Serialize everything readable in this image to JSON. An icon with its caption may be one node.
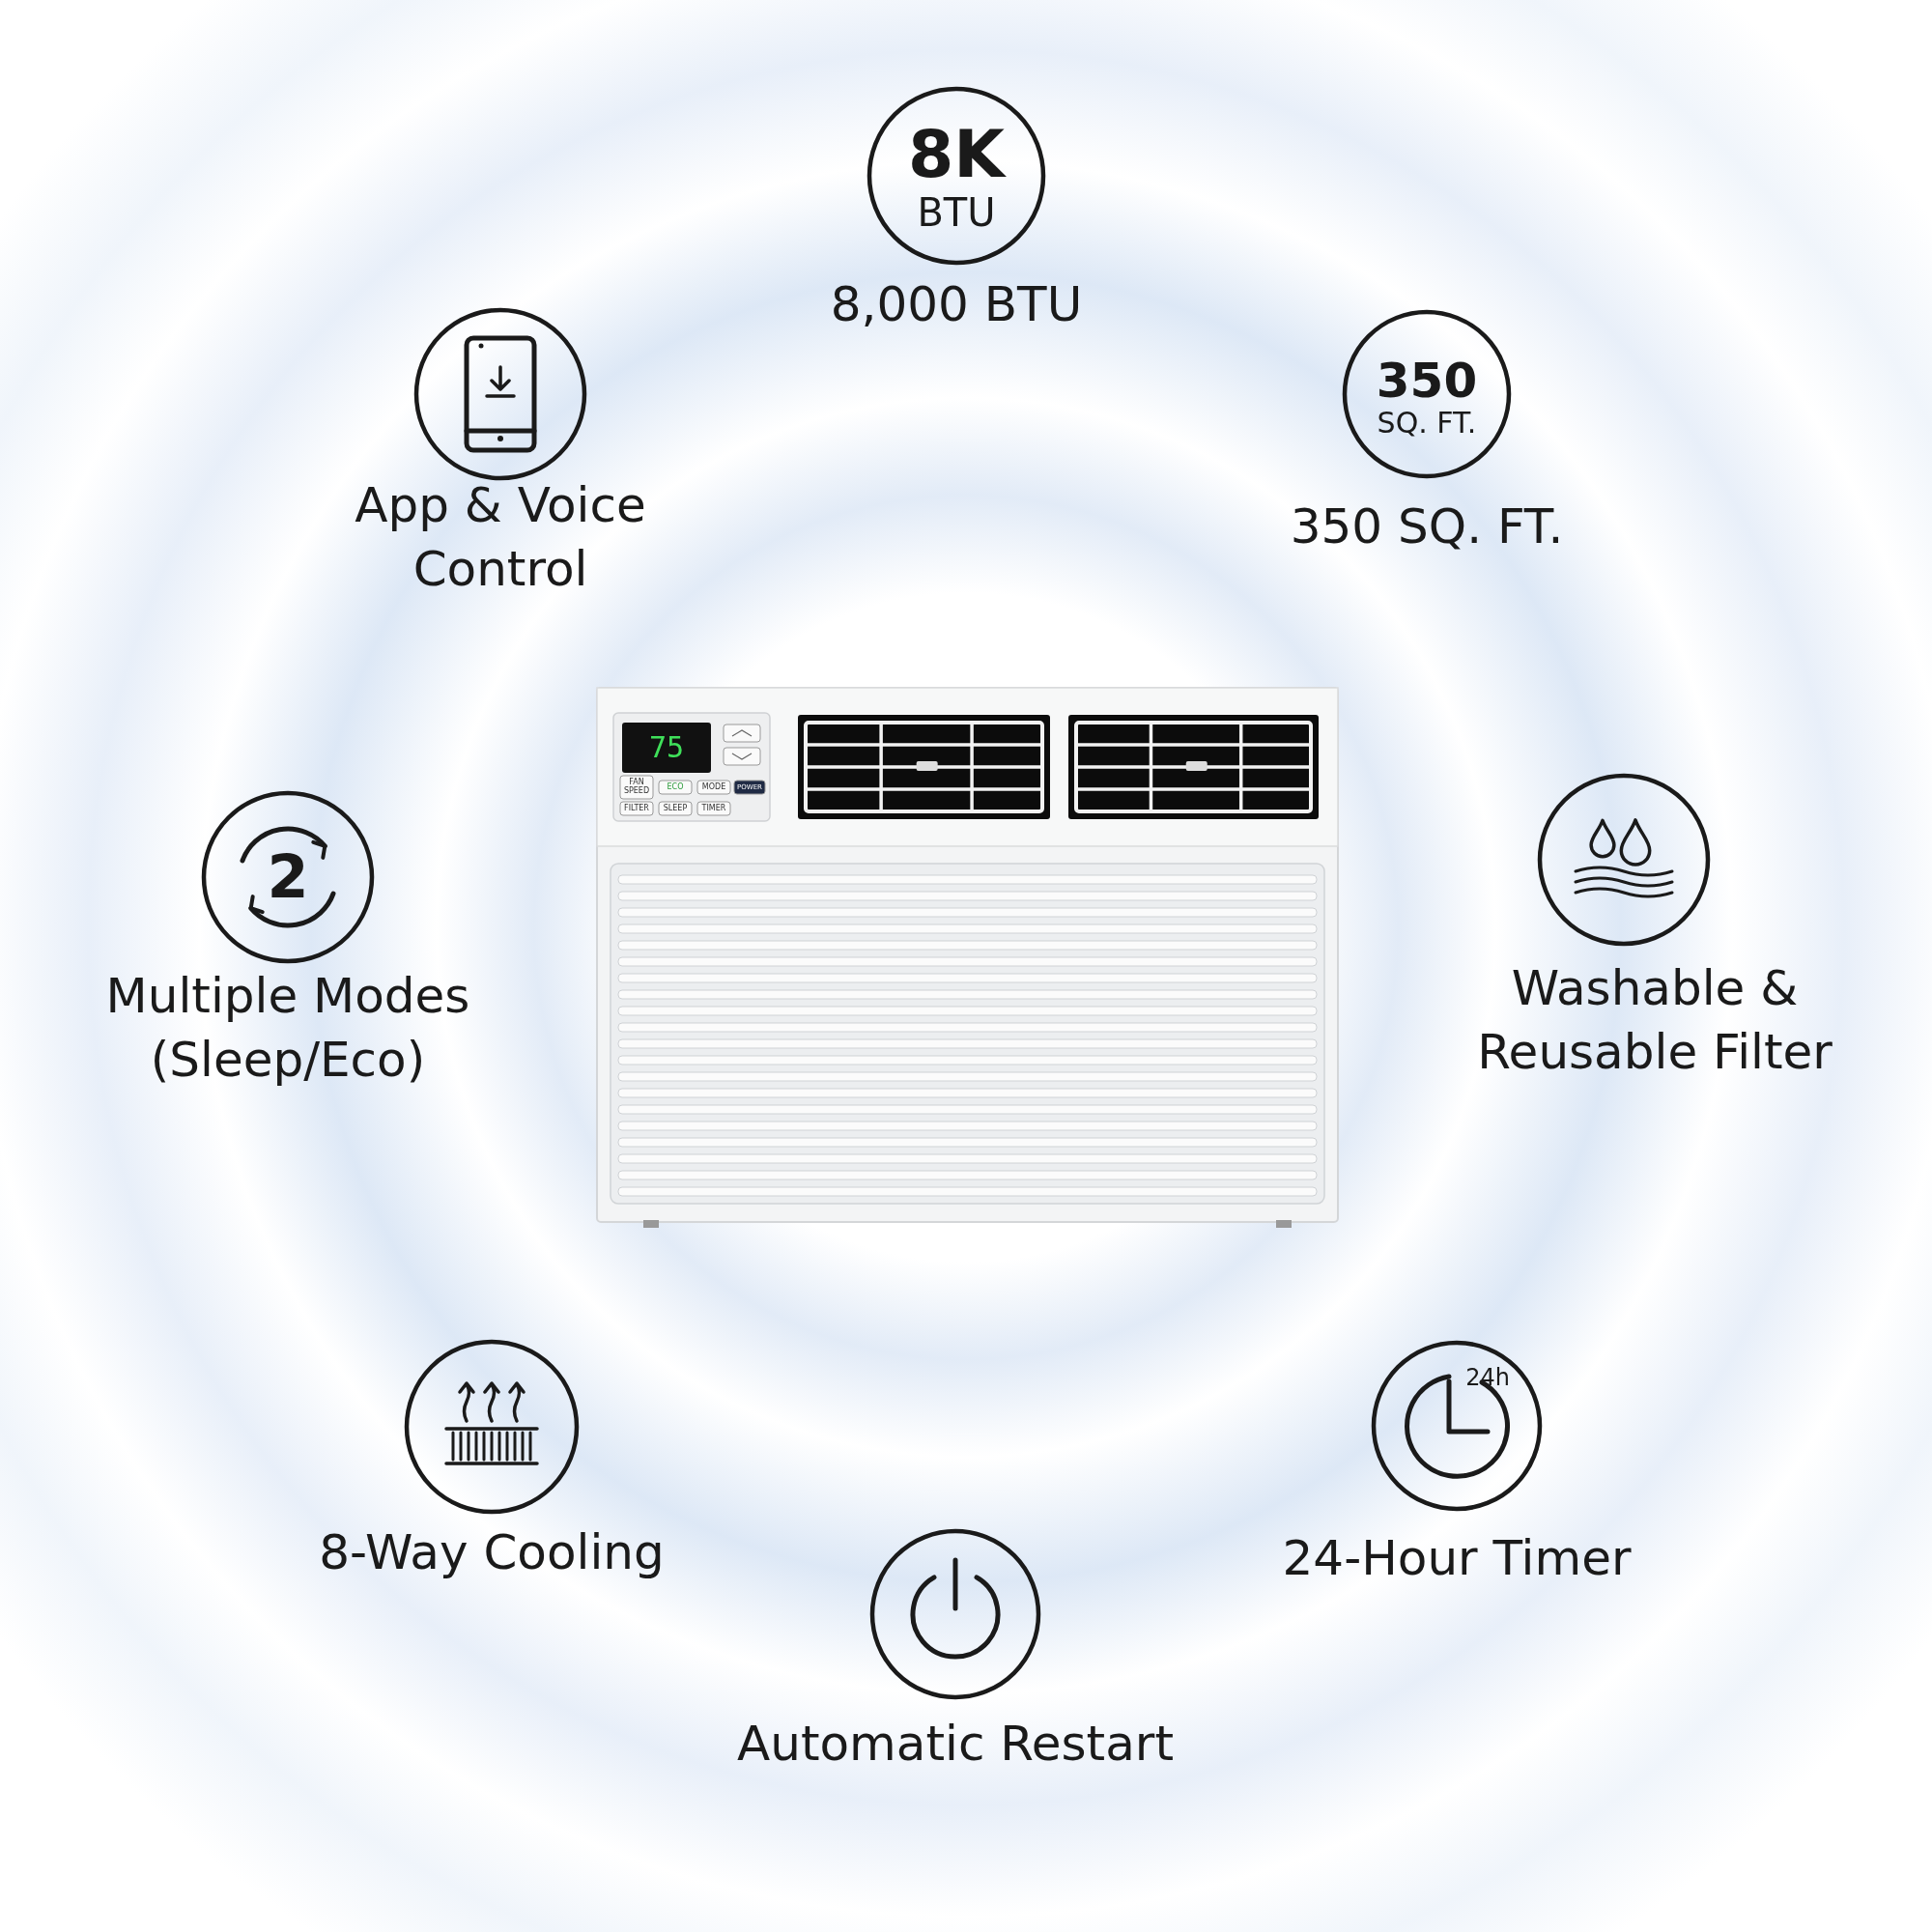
{
  "diagram": {
    "nodes": [
      {
        "text": [
          "8K",
          "BTU",
          "8,000 BTU"
        ]
      },
      {
        "text": [
          "App & Voice Control"
        ]
      },
      {
        "text": [
          "350",
          "SQ. FT.",
          "350 SQ. FT."
        ]
      },
      {
        "text": [
          "2",
          "Multiple Modes (Sleep/Eco)"
        ]
      },
      {
        "text": [
          "Washable & Reusable Filter"
        ]
      },
      {
        "text": [
          "8-Way Cooling"
        ]
      },
      {
        "text": [
          "24h",
          "24-Hour Timer"
        ]
      },
      {
        "text": [
          "Automatic Restart"
        ]
      }
    ],
    "labels": [
      "75",
      "FAN SPEED",
      "ECO",
      "MODE",
      "POWER",
      "FILTER",
      "SLEEP",
      "TIMER"
    ]
  }
}
